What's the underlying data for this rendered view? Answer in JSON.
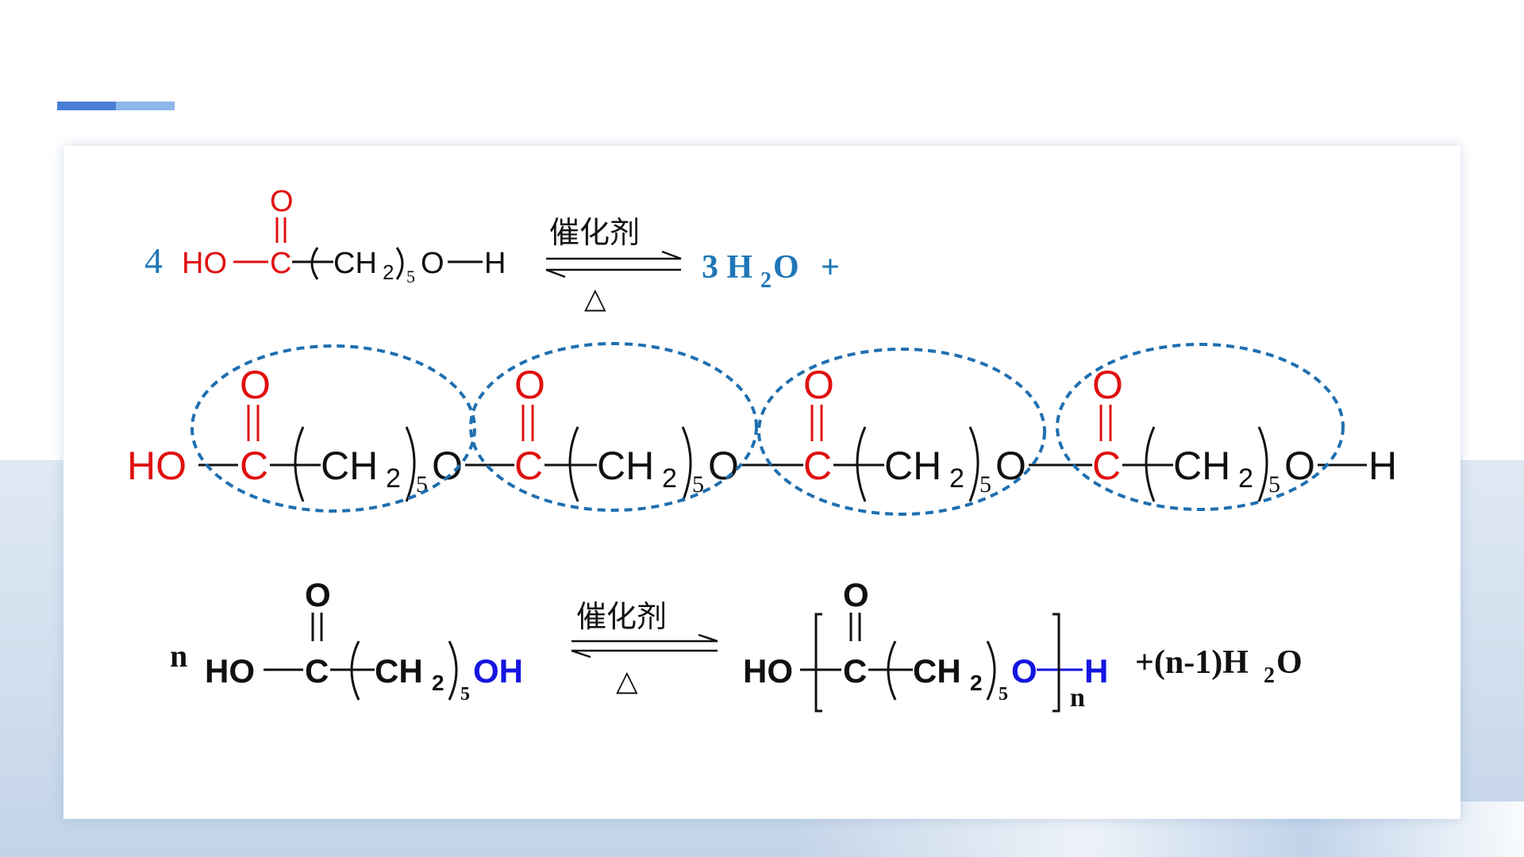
{
  "colors": {
    "red": "#e01010",
    "black": "#111111",
    "blue_label": "#1f77b8",
    "blue_group": "#1515e0",
    "ellipse": "#1f6fb0",
    "accent_dark": "#4a7fd6",
    "accent_light": "#8db6ea"
  },
  "eq1": {
    "coefficient": "4",
    "reactant": {
      "carbonyl_o": "O",
      "ho": "HO",
      "c": "C",
      "ch": "CH",
      "sub2": "2",
      "sub5": "5",
      "o": "O",
      "h": "H"
    },
    "catalyst": "催化剂",
    "heat": "△",
    "product": "3 H",
    "product_sub": "2",
    "product_o": "O",
    "plus": "+"
  },
  "chain": {
    "ho": "HO",
    "units": [
      {
        "carbonyl_o": "O",
        "c": "C",
        "ch": "CH",
        "sub2": "2",
        "sub5": "5",
        "o": "O"
      },
      {
        "carbonyl_o": "O",
        "c": "C",
        "ch": "CH",
        "sub2": "2",
        "sub5": "5",
        "o": "O"
      },
      {
        "carbonyl_o": "O",
        "c": "C",
        "ch": "CH",
        "sub2": "2",
        "sub5": "5",
        "o": "O"
      },
      {
        "carbonyl_o": "O",
        "c": "C",
        "ch": "CH",
        "sub2": "2",
        "sub5": "5",
        "o": "O"
      }
    ],
    "h": "H"
  },
  "eq2": {
    "coefficient": "n",
    "reactant": {
      "carbonyl_o": "O",
      "ho": "HO",
      "c": "C",
      "ch": "CH",
      "sub2": "2",
      "sub5": "5",
      "oh": "OH"
    },
    "catalyst": "催化剂",
    "heat": "△",
    "product": {
      "carbonyl_o": "O",
      "ho": "HO",
      "c": "C",
      "ch": "CH",
      "sub2": "2",
      "sub5": "5",
      "o": "O",
      "h": "H",
      "n": "n"
    },
    "byproduct": "+(n-1)H",
    "byproduct_sub": "2",
    "byproduct_o": "O"
  }
}
